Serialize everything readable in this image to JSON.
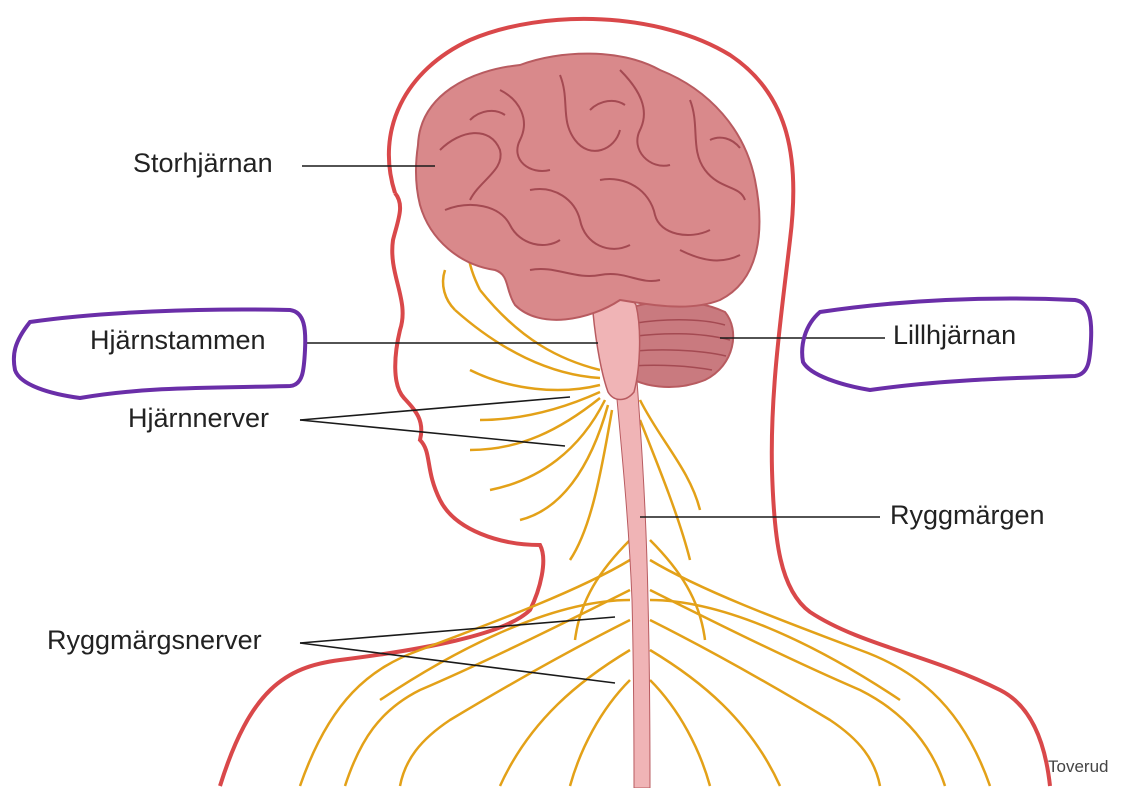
{
  "labels": {
    "cerebrum": "Storhjärnan",
    "brainstem": "Hjärnstammen",
    "cerebellum": "Lillhjärnan",
    "cranial_nerves": "Hjärnnerver",
    "spinal_cord": "Ryggmärgen",
    "spinal_nerves": "Ryggmärgsnerver"
  },
  "credit": "Toverud",
  "highlighted": [
    "brainstem",
    "cerebellum"
  ],
  "colors": {
    "body_outline": "#d9484a",
    "brain_fill": "#d9898b",
    "brain_dark": "#b85b60",
    "brain_fold": "#a44a52",
    "cerebellum_fill": "#c97a7f",
    "spinal_cord": "#f0b4b6",
    "nerves": "#e3a118",
    "leader_lines": "#1a1a1a",
    "highlight": "#6a2ea8"
  }
}
